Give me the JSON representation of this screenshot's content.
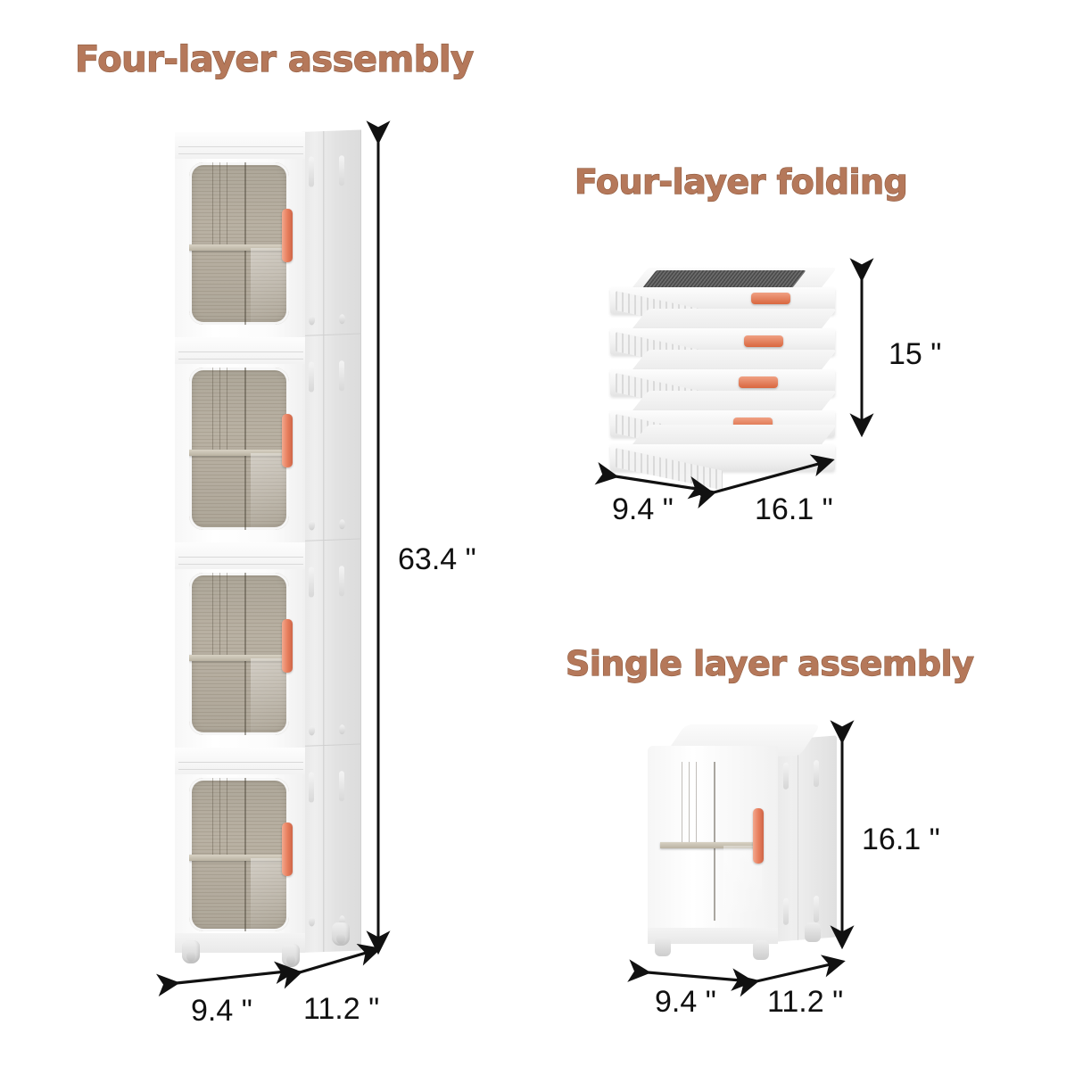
{
  "sections": {
    "four_layer_assembly": {
      "title": "Four-layer assembly",
      "height_label": "63.4 \"",
      "width_label": "9.4 \"",
      "depth_label": "11.2 \"",
      "layer_count": 4
    },
    "four_layer_folding": {
      "title": "Four-layer folding",
      "height_label": "15 \"",
      "width_label": "9.4 \"",
      "depth_label": "16.1 \"",
      "slab_count": 4
    },
    "single_layer_assembly": {
      "title": "Single layer assembly",
      "height_label": "16.1 \"",
      "width_label": "9.4 \"",
      "depth_label": "11.2 \""
    }
  },
  "colors": {
    "heading_text": "#b5785a",
    "heading_outline": "#8f5b40",
    "dimension_text": "#111111",
    "handle_orange": "#e8805f",
    "cabinet_white": "#f7f7f7",
    "window_smoke": "#aaa294",
    "background": "#ffffff"
  },
  "icons": {
    "vertical_dimension_arrow": "double-headed-arrow-vertical",
    "width_dimension_arrow": "double-headed-arrow-left",
    "depth_dimension_arrow": "double-headed-arrow-right"
  }
}
